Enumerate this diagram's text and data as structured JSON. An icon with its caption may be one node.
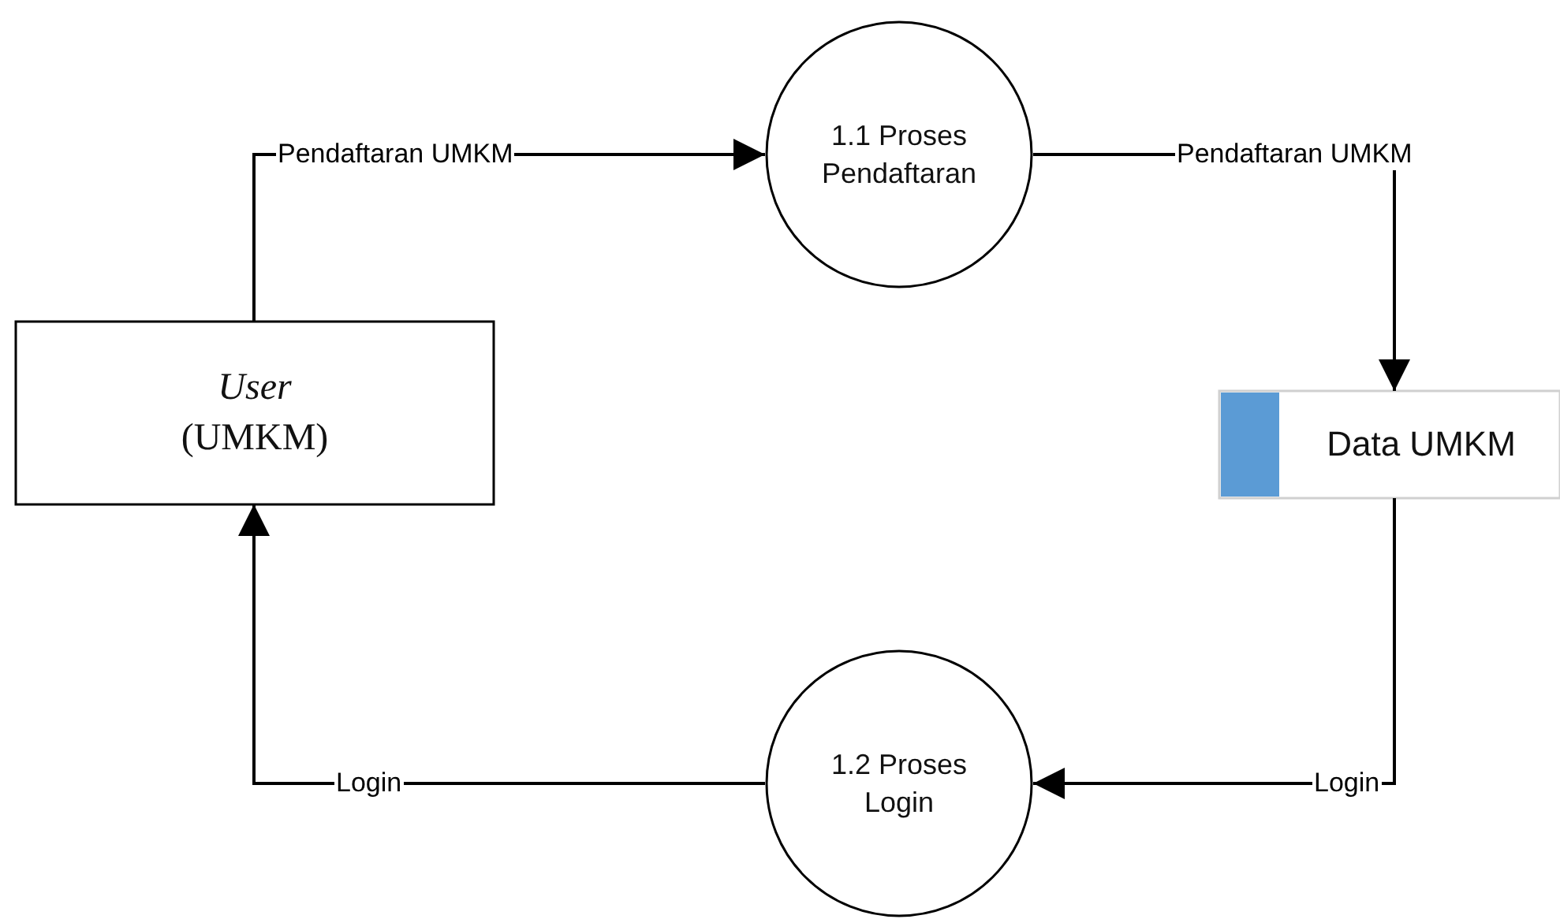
{
  "diagram": {
    "nodes": [
      {
        "text": [
          "User",
          "(UMKM)"
        ]
      },
      {
        "text": [
          "1.1 Proses Pendaftaran"
        ]
      },
      {
        "text": [
          "Data UMKM"
        ]
      },
      {
        "text": [
          "1.2 Proses Login"
        ]
      }
    ],
    "edges": [
      {
        "from": 0,
        "to": 1,
        "arrow": "to",
        "label": "Pendaftaran UMKM"
      },
      {
        "from": 1,
        "to": 2,
        "arrow": "to",
        "label": "Pendaftaran UMKM"
      },
      {
        "from": 2,
        "to": 3,
        "arrow": "to",
        "label": "Login"
      },
      {
        "from": 3,
        "to": 0,
        "arrow": "to",
        "label": "Login"
      }
    ]
  }
}
